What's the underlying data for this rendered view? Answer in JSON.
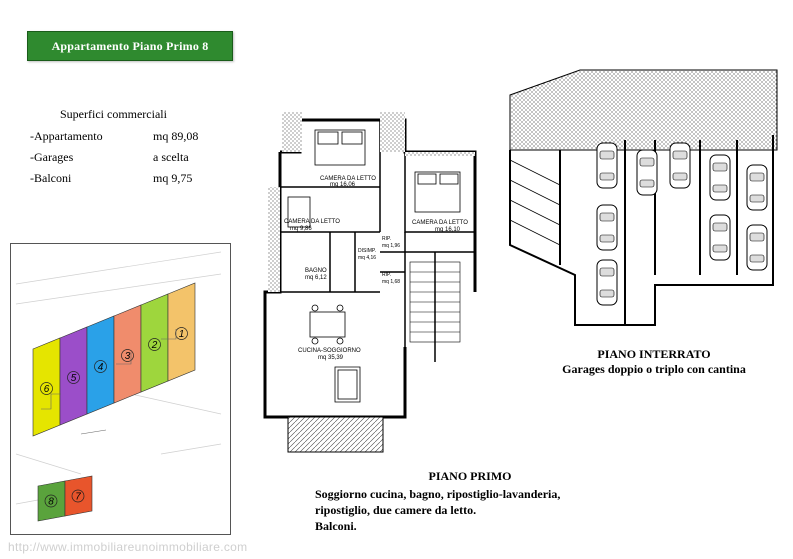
{
  "header": {
    "title": "Appartamento Piano Primo 8"
  },
  "surfaces": {
    "heading": "Superfici commerciali",
    "rows": [
      {
        "label": "-Appartamento",
        "value": "mq 89,08"
      },
      {
        "label": "-Garages",
        "value": "a scelta"
      },
      {
        "label": "-Balconi",
        "value": "mq 9,75"
      }
    ]
  },
  "site_plan": {
    "units": [
      "6",
      "5",
      "4",
      "3",
      "2",
      "1"
    ],
    "units_lower": [
      "8",
      "7"
    ],
    "unit_colors": [
      "#e5e500",
      "#9b4ec9",
      "#2aa1e8",
      "#f08c6c",
      "#9ed63d",
      "#f3c36a"
    ],
    "unit_colors_lower": [
      "#5aa33c",
      "#e8552c"
    ]
  },
  "floor_plan": {
    "rooms": {
      "camera_1": "CAMERA DA LETTO",
      "camera_1_area": "mq 16,06",
      "camera_2": "CAMERA DA LETTO",
      "camera_2_area": "mq 16,10",
      "camera_3": "CAMERA DA LETTO",
      "camera_3_area": "mq 9,86",
      "bagno": "BAGNO",
      "bagno_area": "mq 6,12",
      "rip_1": "RIP.",
      "rip_1_area": "mq 1,96",
      "rip_2": "RIP.",
      "rip_2_area": "mq 1,68",
      "disimpegno": "DISIMP.",
      "disimpegno_area": "mq 4,16",
      "cucina": "CUCINA-SOGGIORNO",
      "cucina_area": "mq 35,39"
    },
    "caption_title": "PIANO PRIMO",
    "caption_lines": [
      "Soggiorno cucina, bagno, ripostiglio-lavanderia,",
      "ripostiglio, due camere da letto.",
      "Balconi."
    ]
  },
  "basement": {
    "caption_title": "PIANO INTERRATO",
    "caption_subtitle": "Garages doppio o triplo con cantina"
  },
  "footer": {
    "url": "http://www.immobiliareunoimmobiliare.com"
  }
}
